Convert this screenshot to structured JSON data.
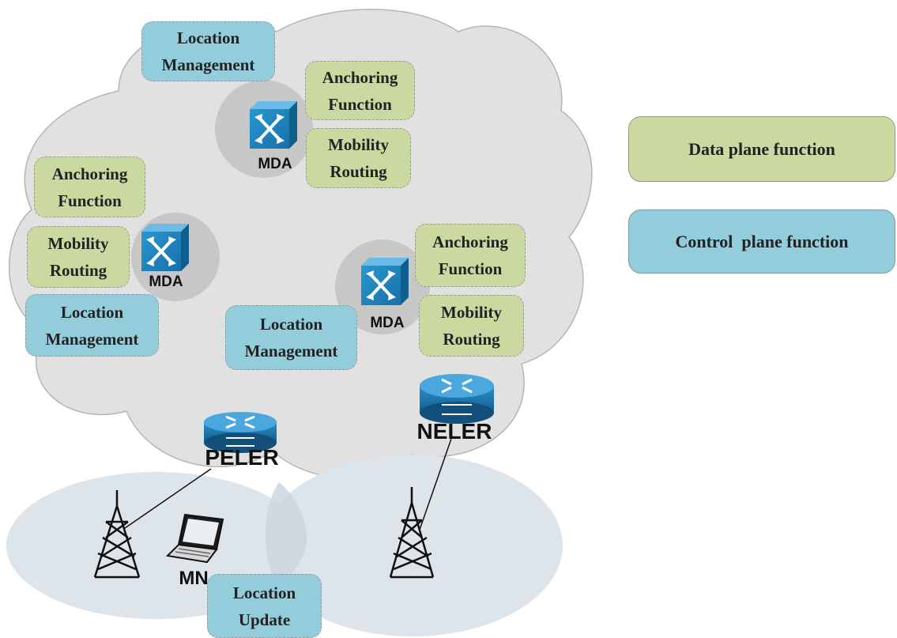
{
  "core_network": {
    "mda_label": "MDA",
    "mda_nodes": [
      {
        "anchoring": [
          "Anchoring",
          "Function"
        ],
        "mobility": [
          "Mobility",
          "Routing"
        ],
        "location": [
          "Location",
          "Management"
        ]
      },
      {
        "anchoring": [
          "Anchoring",
          "Function"
        ],
        "mobility": [
          "Mobility",
          "Routing"
        ],
        "location": [
          "Location",
          "Management"
        ]
      },
      {
        "anchoring": [
          "Anchoring",
          "Function"
        ],
        "mobility": [
          "Mobility",
          "Routing"
        ],
        "location": [
          "Location",
          "Management"
        ]
      }
    ],
    "routers": {
      "peler": "PELER",
      "neler": "NELER"
    }
  },
  "access_network": {
    "mobile_node": "MN",
    "location_update": [
      "Location",
      "Update"
    ]
  },
  "legend": {
    "data_plane": "Data plane function",
    "control_plane": "Control  plane function"
  },
  "colors": {
    "cloud": "#e1e1e1",
    "data_plane": "#c9d9a0",
    "control_plane": "#93cddb",
    "coverage": "#dde4ea",
    "device_blue": "#1f7fb8"
  }
}
